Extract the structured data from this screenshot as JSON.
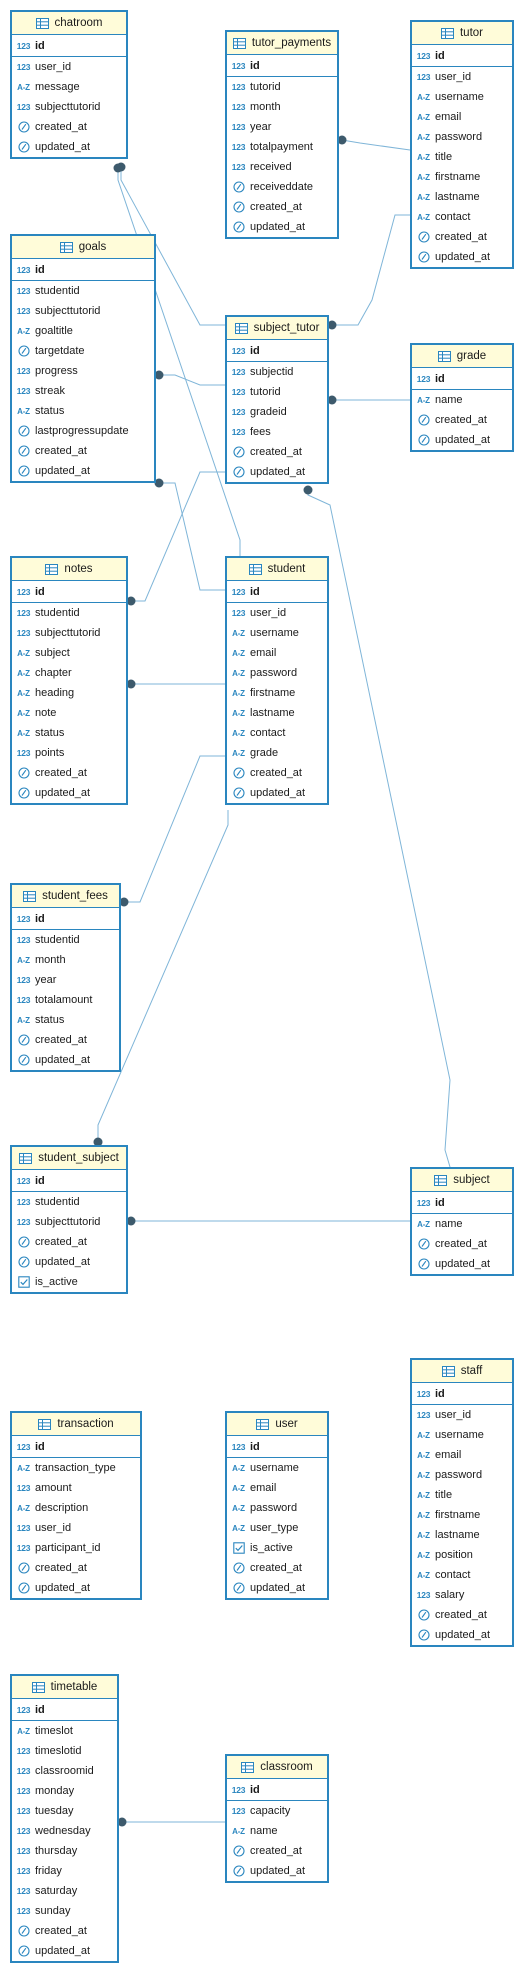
{
  "diagram": {
    "tables": [
      {
        "name": "chatroom",
        "pk": "id",
        "columns": [
          {
            "type": "num",
            "name": "user_id"
          },
          {
            "type": "text",
            "name": "message"
          },
          {
            "type": "num",
            "name": "subjecttutorid"
          },
          {
            "type": "time",
            "name": "created_at"
          },
          {
            "type": "time",
            "name": "updated_at"
          }
        ]
      },
      {
        "name": "tutor_payments",
        "pk": "id",
        "columns": [
          {
            "type": "num",
            "name": "tutorid"
          },
          {
            "type": "num",
            "name": "month"
          },
          {
            "type": "num",
            "name": "year"
          },
          {
            "type": "num",
            "name": "totalpayment"
          },
          {
            "type": "num",
            "name": "received"
          },
          {
            "type": "time",
            "name": "receiveddate"
          },
          {
            "type": "time",
            "name": "created_at"
          },
          {
            "type": "time",
            "name": "updated_at"
          }
        ]
      },
      {
        "name": "tutor",
        "pk": "id",
        "columns": [
          {
            "type": "num",
            "name": "user_id"
          },
          {
            "type": "text",
            "name": "username"
          },
          {
            "type": "text",
            "name": "email"
          },
          {
            "type": "text",
            "name": "password"
          },
          {
            "type": "text",
            "name": "title"
          },
          {
            "type": "text",
            "name": "firstname"
          },
          {
            "type": "text",
            "name": "lastname"
          },
          {
            "type": "text",
            "name": "contact"
          },
          {
            "type": "time",
            "name": "created_at"
          },
          {
            "type": "time",
            "name": "updated_at"
          }
        ]
      },
      {
        "name": "goals",
        "pk": "id",
        "columns": [
          {
            "type": "num",
            "name": "studentid"
          },
          {
            "type": "num",
            "name": "subjecttutorid"
          },
          {
            "type": "text",
            "name": "goaltitle"
          },
          {
            "type": "time",
            "name": "targetdate"
          },
          {
            "type": "num",
            "name": "progress"
          },
          {
            "type": "num",
            "name": "streak"
          },
          {
            "type": "text",
            "name": "status"
          },
          {
            "type": "time",
            "name": "lastprogressupdate"
          },
          {
            "type": "time",
            "name": "created_at"
          },
          {
            "type": "time",
            "name": "updated_at"
          }
        ]
      },
      {
        "name": "subject_tutor",
        "pk": "id",
        "columns": [
          {
            "type": "num",
            "name": "subjectid"
          },
          {
            "type": "num",
            "name": "tutorid"
          },
          {
            "type": "num",
            "name": "gradeid"
          },
          {
            "type": "num",
            "name": "fees"
          },
          {
            "type": "time",
            "name": "created_at"
          },
          {
            "type": "time",
            "name": "updated_at"
          }
        ]
      },
      {
        "name": "grade",
        "pk": "id",
        "columns": [
          {
            "type": "text",
            "name": "name"
          },
          {
            "type": "time",
            "name": "created_at"
          },
          {
            "type": "time",
            "name": "updated_at"
          }
        ]
      },
      {
        "name": "notes",
        "pk": "id",
        "columns": [
          {
            "type": "num",
            "name": "studentid"
          },
          {
            "type": "num",
            "name": "subjecttutorid"
          },
          {
            "type": "text",
            "name": "subject"
          },
          {
            "type": "text",
            "name": "chapter"
          },
          {
            "type": "text",
            "name": "heading"
          },
          {
            "type": "text",
            "name": "note"
          },
          {
            "type": "text",
            "name": "status"
          },
          {
            "type": "num",
            "name": "points"
          },
          {
            "type": "time",
            "name": "created_at"
          },
          {
            "type": "time",
            "name": "updated_at"
          }
        ]
      },
      {
        "name": "student",
        "pk": "id",
        "columns": [
          {
            "type": "num",
            "name": "user_id"
          },
          {
            "type": "text",
            "name": "username"
          },
          {
            "type": "text",
            "name": "email"
          },
          {
            "type": "text",
            "name": "password"
          },
          {
            "type": "text",
            "name": "firstname"
          },
          {
            "type": "text",
            "name": "lastname"
          },
          {
            "type": "text",
            "name": "contact"
          },
          {
            "type": "text",
            "name": "grade"
          },
          {
            "type": "time",
            "name": "created_at"
          },
          {
            "type": "time",
            "name": "updated_at"
          }
        ]
      },
      {
        "name": "student_fees",
        "pk": "id",
        "columns": [
          {
            "type": "num",
            "name": "studentid"
          },
          {
            "type": "text",
            "name": "month"
          },
          {
            "type": "num",
            "name": "year"
          },
          {
            "type": "num",
            "name": "totalamount"
          },
          {
            "type": "text",
            "name": "status"
          },
          {
            "type": "time",
            "name": "created_at"
          },
          {
            "type": "time",
            "name": "updated_at"
          }
        ]
      },
      {
        "name": "student_subject",
        "pk": "id",
        "columns": [
          {
            "type": "num",
            "name": "studentid"
          },
          {
            "type": "num",
            "name": "subjecttutorid"
          },
          {
            "type": "time",
            "name": "created_at"
          },
          {
            "type": "time",
            "name": "updated_at"
          },
          {
            "type": "bool",
            "name": "is_active"
          }
        ]
      },
      {
        "name": "subject",
        "pk": "id",
        "columns": [
          {
            "type": "text",
            "name": "name"
          },
          {
            "type": "time",
            "name": "created_at"
          },
          {
            "type": "time",
            "name": "updated_at"
          }
        ]
      },
      {
        "name": "staff",
        "pk": "id",
        "columns": [
          {
            "type": "num",
            "name": "user_id"
          },
          {
            "type": "text",
            "name": "username"
          },
          {
            "type": "text",
            "name": "email"
          },
          {
            "type": "text",
            "name": "password"
          },
          {
            "type": "text",
            "name": "title"
          },
          {
            "type": "text",
            "name": "firstname"
          },
          {
            "type": "text",
            "name": "lastname"
          },
          {
            "type": "text",
            "name": "position"
          },
          {
            "type": "text",
            "name": "contact"
          },
          {
            "type": "num",
            "name": "salary"
          },
          {
            "type": "time",
            "name": "created_at"
          },
          {
            "type": "time",
            "name": "updated_at"
          }
        ]
      },
      {
        "name": "transaction",
        "pk": "id",
        "columns": [
          {
            "type": "text",
            "name": "transaction_type"
          },
          {
            "type": "num",
            "name": "amount"
          },
          {
            "type": "text",
            "name": "description"
          },
          {
            "type": "num",
            "name": "user_id"
          },
          {
            "type": "num",
            "name": "participant_id"
          },
          {
            "type": "time",
            "name": "created_at"
          },
          {
            "type": "time",
            "name": "updated_at"
          }
        ]
      },
      {
        "name": "user",
        "pk": "id",
        "columns": [
          {
            "type": "text",
            "name": "username"
          },
          {
            "type": "text",
            "name": "email"
          },
          {
            "type": "text",
            "name": "password"
          },
          {
            "type": "text",
            "name": "user_type"
          },
          {
            "type": "bool",
            "name": "is_active"
          },
          {
            "type": "time",
            "name": "created_at"
          },
          {
            "type": "time",
            "name": "updated_at"
          }
        ]
      },
      {
        "name": "timetable",
        "pk": "id",
        "columns": [
          {
            "type": "text",
            "name": "timeslot"
          },
          {
            "type": "num",
            "name": "timeslotid"
          },
          {
            "type": "num",
            "name": "classroomid"
          },
          {
            "type": "num",
            "name": "monday"
          },
          {
            "type": "num",
            "name": "tuesday"
          },
          {
            "type": "num",
            "name": "wednesday"
          },
          {
            "type": "num",
            "name": "thursday"
          },
          {
            "type": "num",
            "name": "friday"
          },
          {
            "type": "num",
            "name": "saturday"
          },
          {
            "type": "num",
            "name": "sunday"
          },
          {
            "type": "time",
            "name": "created_at"
          },
          {
            "type": "time",
            "name": "updated_at"
          }
        ]
      },
      {
        "name": "classroom",
        "pk": "id",
        "columns": [
          {
            "type": "num",
            "name": "capacity"
          },
          {
            "type": "text",
            "name": "name"
          },
          {
            "type": "time",
            "name": "created_at"
          },
          {
            "type": "time",
            "name": "updated_at"
          }
        ]
      }
    ],
    "type_labels": {
      "num": "123",
      "text": "A-Z"
    },
    "colors": {
      "accent": "#2a86bf",
      "header_bg": "#fffcd9",
      "line": "#7fb5d8",
      "dot": "#3d5a6c"
    }
  }
}
